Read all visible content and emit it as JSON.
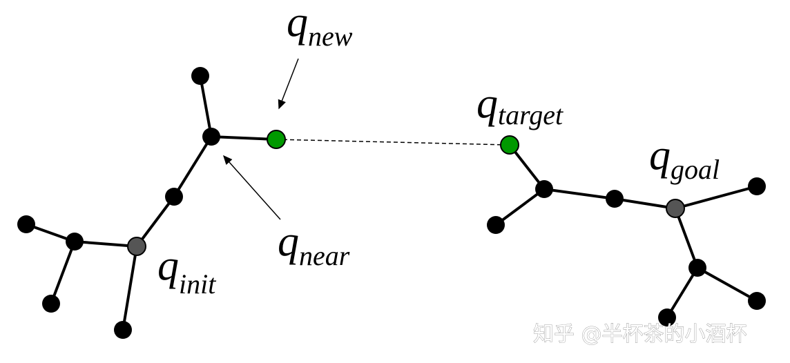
{
  "labels": {
    "q_new": {
      "base": "q",
      "sub": "new"
    },
    "q_target": {
      "base": "q",
      "sub": "target"
    },
    "q_goal": {
      "base": "q",
      "sub": "goal"
    },
    "q_near": {
      "base": "q",
      "sub": "near"
    },
    "q_init": {
      "base": "q",
      "sub": "init"
    }
  },
  "watermark": "知乎 @半杯茶的小酒杯",
  "colors": {
    "node": "#000000",
    "root_node": "#555555",
    "new_node": "#009900",
    "edge": "#000000",
    "extension_line": "#000000"
  }
}
